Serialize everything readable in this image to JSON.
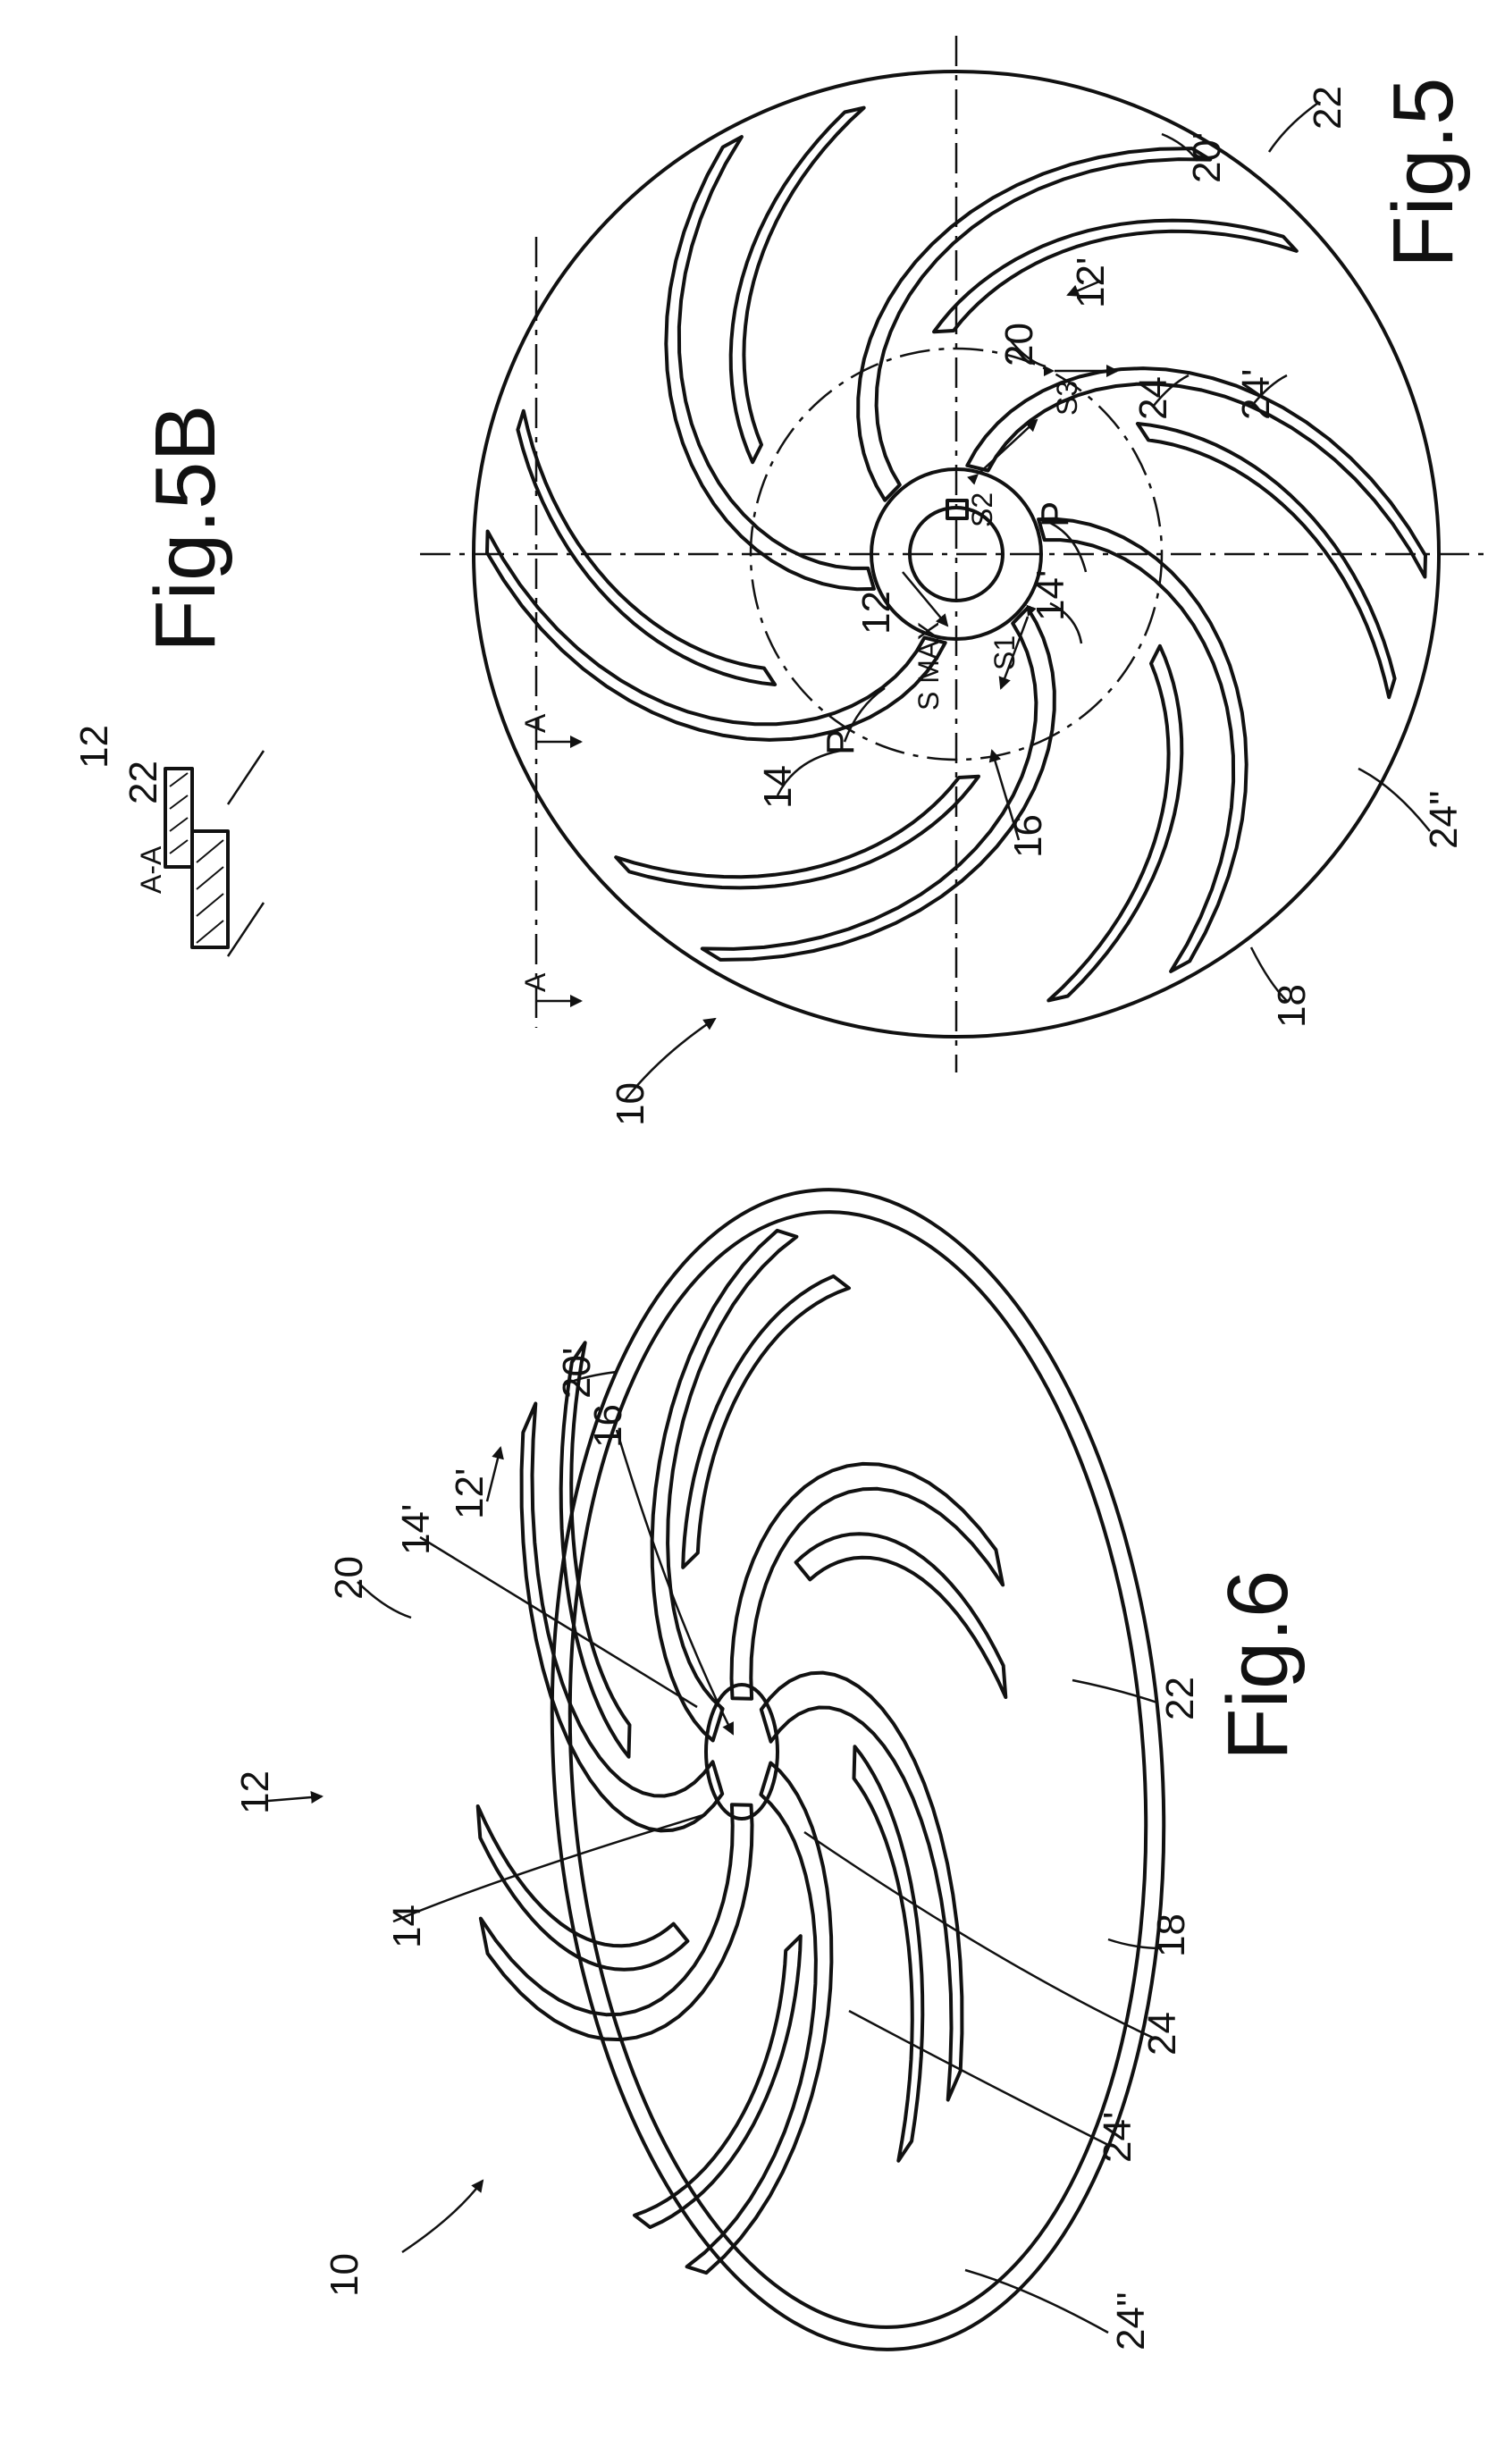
{
  "figures": {
    "fig5": {
      "caption": "Fig.5",
      "labels": {
        "impeller": "10",
        "vane_a": "12",
        "vane_b": "12'",
        "inner_a": "14",
        "inner_b": "14'",
        "circle": "16",
        "rim": "18",
        "tip_a": "20",
        "tip_b": "20'",
        "disc": "22",
        "short_a": "24",
        "short_b": "24'",
        "short_c": "24''",
        "point_1": "P",
        "point_2": "P",
        "s1": "S1",
        "s2": "S2",
        "s3": "S3",
        "smax": "S MAX",
        "section_1": "A",
        "section_2": "A"
      }
    },
    "fig5b": {
      "caption": "Fig.5B",
      "labels": {
        "section": "A-A",
        "vane": "12",
        "disc": "22"
      }
    },
    "fig6": {
      "caption": "Fig.6",
      "labels": {
        "impeller": "10",
        "vane_a": "12",
        "vane_b": "12'",
        "inner_a": "14",
        "inner_b": "14'",
        "circle": "16",
        "rim": "18",
        "tip_a": "20",
        "tip_b": "20'",
        "disc": "22",
        "short_a": "24",
        "short_b": "24'",
        "short_c": "24''"
      }
    }
  },
  "icons": [
    "arrow-icon"
  ]
}
